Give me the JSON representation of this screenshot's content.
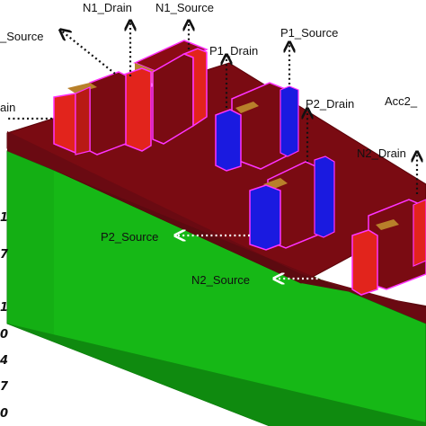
{
  "labels": {
    "n1_drain": "N1_Drain",
    "n1_source": "N1_Source",
    "n_source_left": "_Source",
    "drain_left": "ain",
    "p1_drain": "P1_Drain",
    "p1_source": "P1_Source",
    "p2_drain": "P2_Drain",
    "acc2": "Acc2_",
    "n2_drain": "N2_Drain",
    "p2_source": "P2_Source",
    "n2_source": "N2_Source"
  },
  "axis_ticks": [
    "1",
    "7",
    "1",
    "0",
    "4",
    "7",
    "0"
  ],
  "colors": {
    "substrate_green": "#16b816",
    "oxide_dark_red": "#7a0b12",
    "n_region_red": "#e2241c",
    "p_region_blue": "#1a1ae0",
    "gate_gold": "#b8802a",
    "outline_magenta": "#ff33ff"
  }
}
